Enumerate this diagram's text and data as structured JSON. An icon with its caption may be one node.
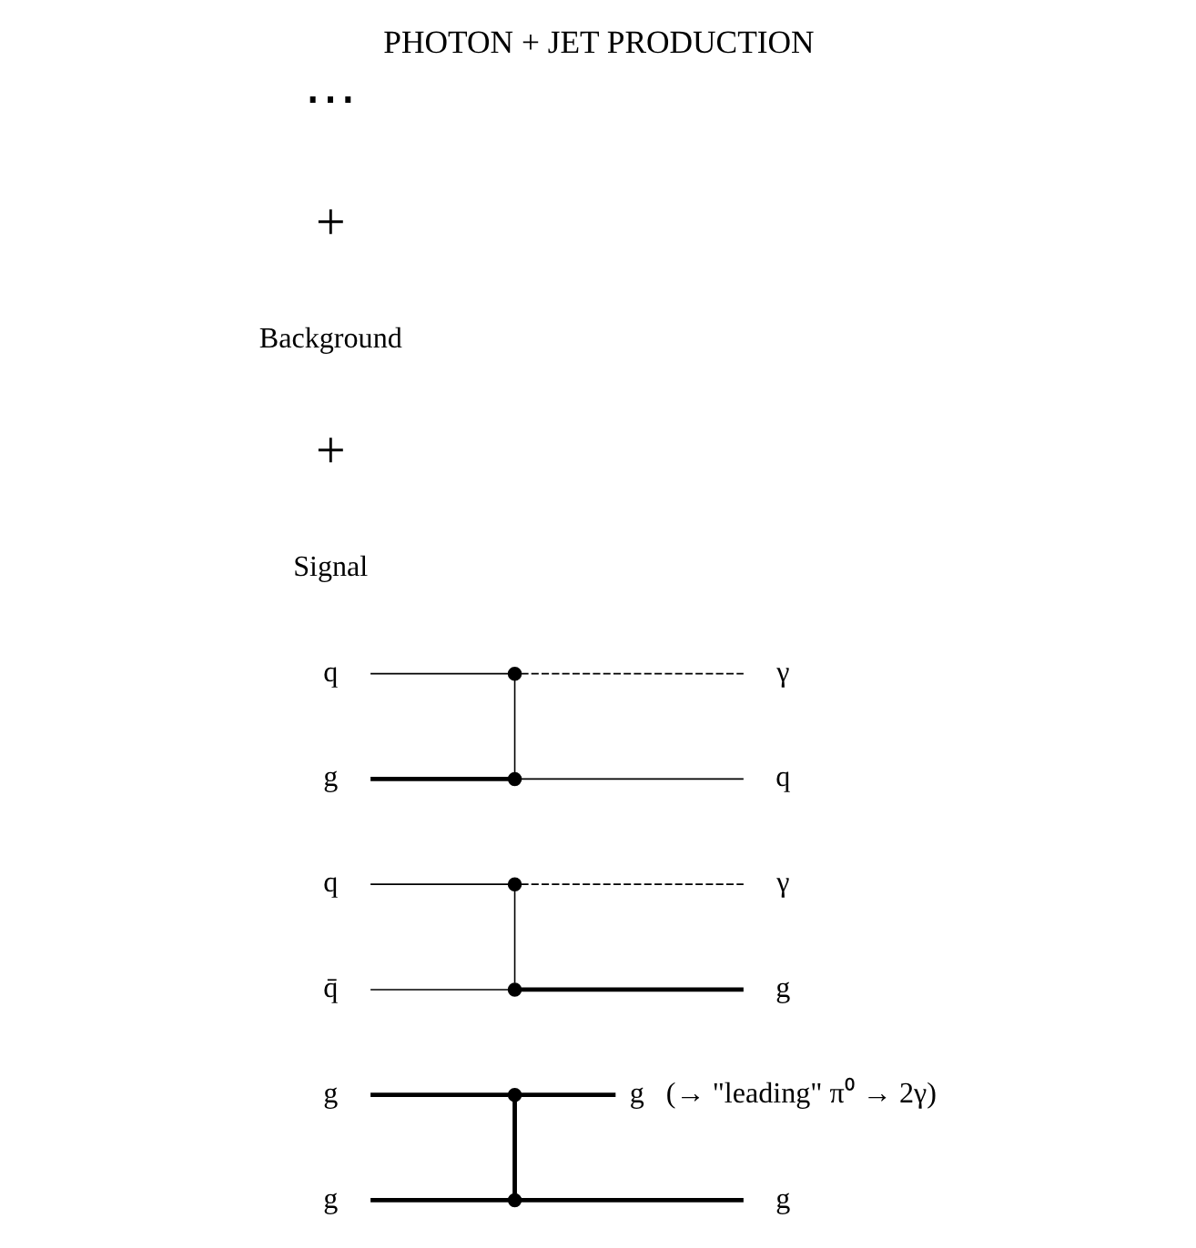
{
  "diagram": {
    "title": "PHOTON + JET PRODUCTION",
    "nodes": [
      {
        "text": [
          "q"
        ]
      },
      {
        "text": [
          "γ"
        ]
      },
      {
        "text": [
          "g"
        ]
      },
      {
        "text": [
          "q"
        ]
      },
      {
        "text": [],
        "shape": "circle"
      },
      {
        "text": [],
        "shape": "circle"
      },
      {
        "text": [
          "q"
        ]
      },
      {
        "text": [
          "γ"
        ]
      },
      {
        "text": [
          "q̄"
        ]
      },
      {
        "text": [
          "g"
        ]
      },
      {
        "text": [],
        "shape": "circle"
      },
      {
        "text": [],
        "shape": "circle"
      },
      {
        "text": [
          "g"
        ]
      },
      {
        "text": [
          "g"
        ],
        "beside": [
          "(→ \"leading\" π⁰ → 2γ)"
        ]
      },
      {
        "text": [
          "g"
        ]
      },
      {
        "text": [
          "g"
        ]
      },
      {
        "text": [],
        "shape": "circle"
      },
      {
        "text": [],
        "shape": "circle"
      }
    ],
    "edges": [
      {
        "from": 0,
        "to": 4,
        "arrow": "none"
      },
      {
        "from": 4,
        "to": 1,
        "arrow": "none",
        "style": "dashed"
      },
      {
        "from": 4,
        "to": 5,
        "arrow": "none"
      },
      {
        "from": 2,
        "to": 5,
        "arrow": "none",
        "style": "thick"
      },
      {
        "from": 5,
        "to": 3,
        "arrow": "none"
      },
      {
        "from": 6,
        "to": 10,
        "arrow": "none"
      },
      {
        "from": 10,
        "to": 7,
        "arrow": "none",
        "style": "dashed"
      },
      {
        "from": 10,
        "to": 11,
        "arrow": "none"
      },
      {
        "from": 8,
        "to": 11,
        "arrow": "none"
      },
      {
        "from": 11,
        "to": 9,
        "arrow": "none",
        "style": "thick"
      },
      {
        "from": 12,
        "to": 16,
        "arrow": "none",
        "style": "thick"
      },
      {
        "from": 16,
        "to": 13,
        "arrow": "none",
        "style": "thick"
      },
      {
        "from": 16,
        "to": 17,
        "arrow": "none",
        "style": "thick"
      },
      {
        "from": 14,
        "to": 17,
        "arrow": "none",
        "style": "thick"
      },
      {
        "from": 17,
        "to": 15,
        "arrow": "none",
        "style": "thick"
      }
    ],
    "labels": [
      "Signal",
      "+",
      "Background",
      "+",
      "⋯"
    ]
  }
}
